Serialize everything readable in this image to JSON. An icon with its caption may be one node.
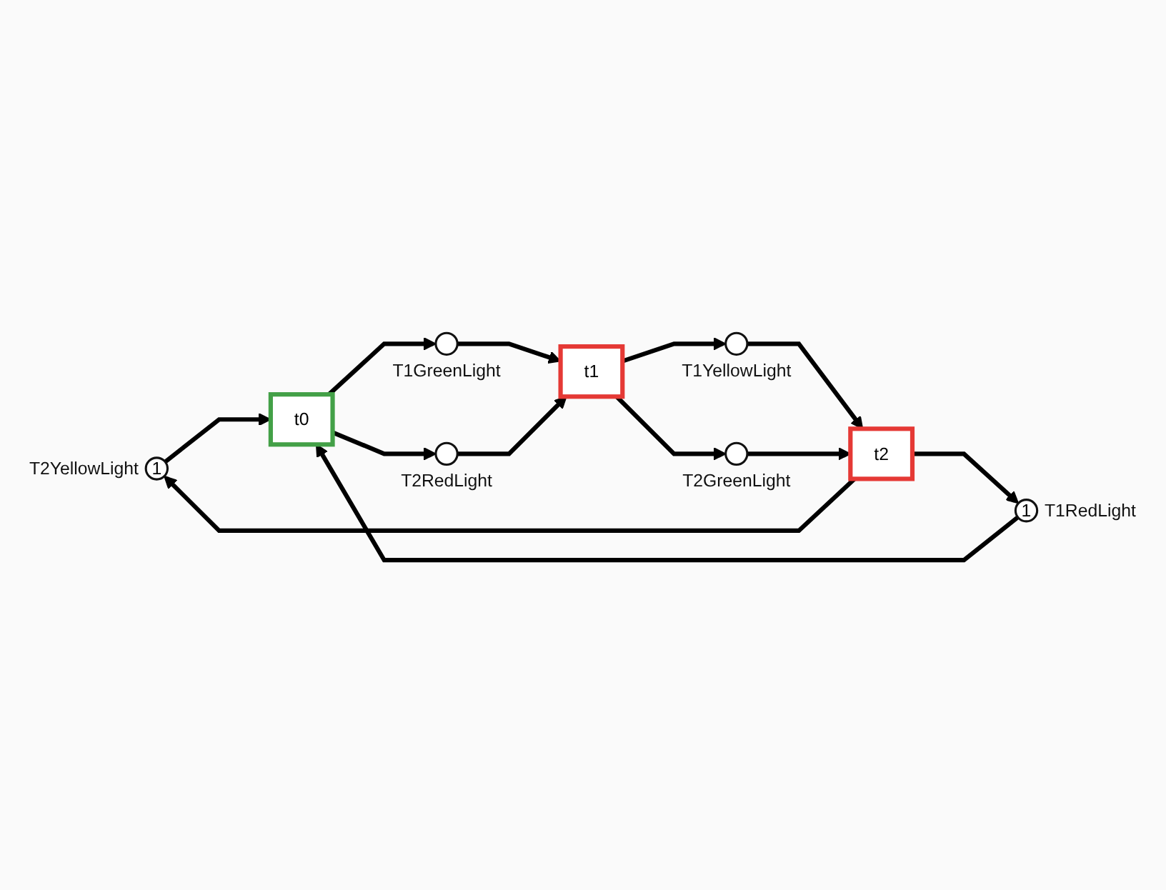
{
  "diagram": {
    "nodes": [
      {
        "text": [
          "1"
        ],
        "beside": [
          "T2YellowLight"
        ]
      },
      {
        "text": [
          "1"
        ],
        "beside": [
          "T1RedLight"
        ]
      },
      {
        "text": [
          "t2"
        ]
      },
      {
        "text": [
          "t0"
        ]
      },
      {
        "text": [],
        "shape": "circle",
        "beside": [
          "T1YellowLight"
        ]
      },
      {
        "text": [],
        "shape": "circle",
        "beside": [
          "T1GreenLight"
        ]
      },
      {
        "text": [
          "t1"
        ]
      },
      {
        "text": [],
        "shape": "circle",
        "beside": [
          "T2GreenLight"
        ]
      },
      {
        "text": [],
        "shape": "circle",
        "beside": [
          "T2RedLight"
        ]
      }
    ],
    "edges": [
      {
        "from": 2,
        "to": 0,
        "arrow": "to"
      },
      {
        "from": 2,
        "to": 1,
        "arrow": "to"
      },
      {
        "from": 0,
        "to": 3,
        "arrow": "to"
      },
      {
        "from": 1,
        "to": 3,
        "arrow": "to"
      },
      {
        "from": 3,
        "to": 5,
        "arrow": "to"
      },
      {
        "from": 3,
        "to": 8,
        "arrow": "to"
      },
      {
        "from": 5,
        "to": 6,
        "arrow": "to"
      },
      {
        "from": 8,
        "to": 6,
        "arrow": "to"
      },
      {
        "from": 6,
        "to": 4,
        "arrow": "to"
      },
      {
        "from": 6,
        "to": 7,
        "arrow": "to"
      },
      {
        "from": 4,
        "to": 2,
        "arrow": "to"
      },
      {
        "from": 7,
        "to": 2,
        "arrow": "to"
      }
    ]
  }
}
